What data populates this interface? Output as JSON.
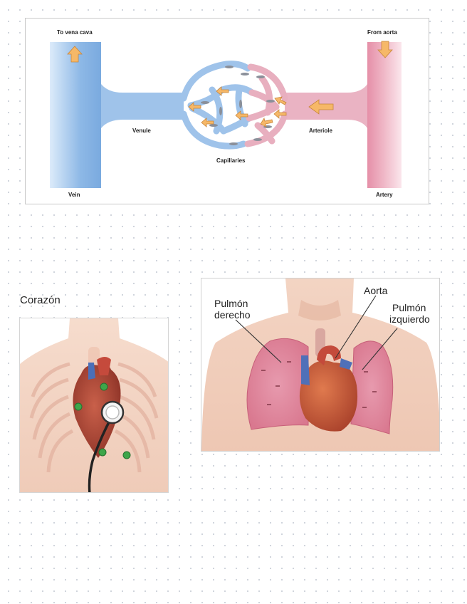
{
  "circulation": {
    "to_vena_cava": "To vena cava",
    "from_aorta": "From aorta",
    "venule": "Venule",
    "arteriole": "Arteriole",
    "capillaries": "Capillaries",
    "vein": "Vein",
    "artery": "Artery",
    "colors": {
      "vein": "#8fb9e6",
      "artery": "#e6a2b6",
      "arrow": "#f5b461"
    }
  },
  "heart": {
    "title": "Corazón"
  },
  "lungs": {
    "right_lung_line1": "Pulmón",
    "right_lung_line2": "derecho",
    "aorta": "Aorta",
    "left_lung_line1": "Pulmón",
    "left_lung_line2": "izquierdo"
  }
}
